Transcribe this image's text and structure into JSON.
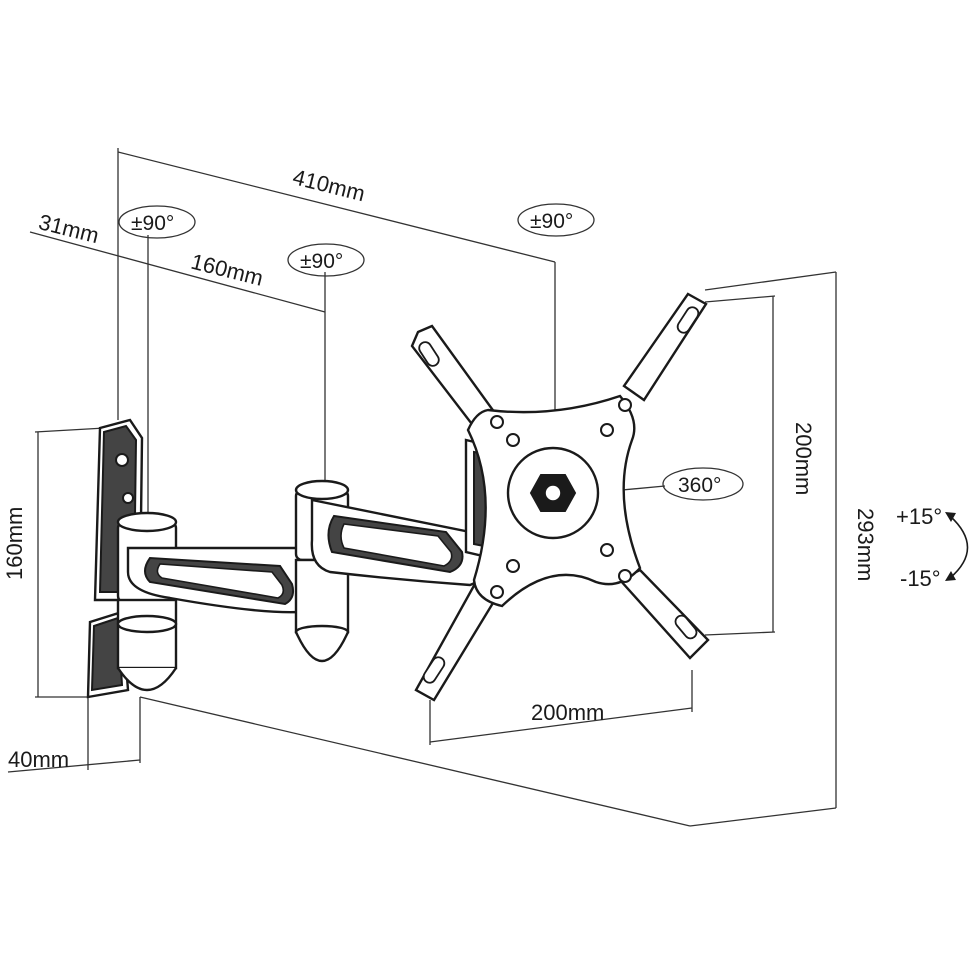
{
  "dimensions": {
    "total_reach": "410mm",
    "wall_offset": "31mm",
    "arm_length": "160mm",
    "wall_plate_height": "160mm",
    "wall_plate_width": "40mm",
    "vesa_vertical": "200mm",
    "vesa_horizontal": "200mm",
    "overall_height": "293mm"
  },
  "rotation": {
    "wall_pivot": "±90°",
    "arm_pivot": "±90°",
    "head_pivot": "±90°",
    "screen_rotation": "360°"
  },
  "tilt": {
    "up": "+15°",
    "down": "-15°"
  }
}
